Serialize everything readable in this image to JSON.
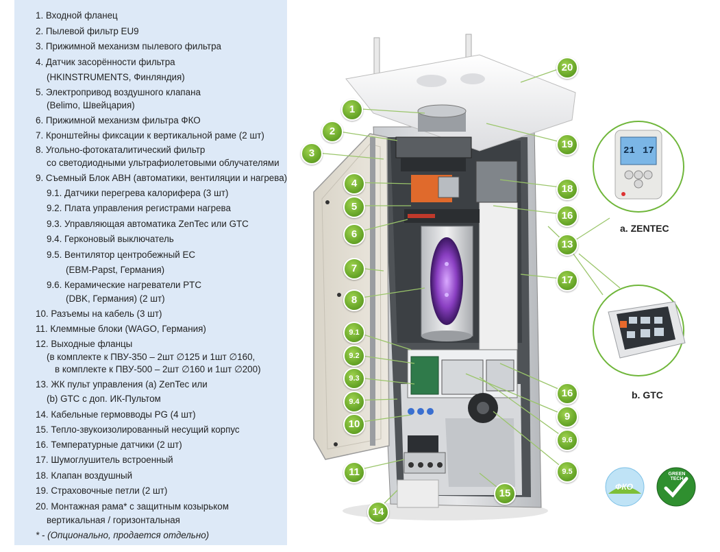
{
  "legend": {
    "lines": [
      "1. Входной фланец",
      "2. Пылевой фильтр EU9",
      "3. Прижимной механизм пылевого фильтра",
      "4. Датчик засорённости фильтра",
      "(HKINSTRUMENTS, Финляндия)",
      "5. Электропривод воздушного клапана",
      "(Belimo, Швейцария)",
      "6. Прижимной механизм фильтра ФКО",
      "7. Кронштейны фиксации к вертикальной раме (2 шт)",
      "8. Угольно-фотокаталитический фильтр",
      "со светодиодными ультрафиолетовыми облучателями",
      "9. Съемный Блок АВН (автоматики, вентиляции и нагрева)",
      "9.1. Датчики перегрева калорифера (3 шт)",
      "9.2. Плата управления регистрами нагрева",
      "9.3. Управляющая автоматика ZenTec или GTC",
      "9.4. Герконовый выключатель",
      "9.5. Вентилятор центробежный EC",
      "(EBM-Papst, Германия)",
      "9.6. Керамические нагреватели PTC",
      "(DBK, Германия) (2 шт)",
      "10. Разъемы на кабель (3 шт)",
      "11. Клеммные блоки (WAGO, Германия)",
      "12. Выходные фланцы",
      "(в комплекте к ПВУ-350 – 2шт ∅125 и 1шт ∅160,",
      "в комплекте к ПВУ-500 – 2шт ∅160 и 1шт ∅200)",
      "13. ЖК пульт управления (a) ZenTec или",
      "(b) GTC с доп. ИК-Пультом",
      "14. Кабельные гермовводы PG (4 шт)",
      "15. Тепло-звукоизолированный несущий корпус",
      "16. Температурные датчики (2 шт)",
      "17. Шумоглушитель встроенный",
      "18. Клапан воздушный",
      "19. Страховочные петли (2 шт)",
      "20. Монтажная рама* с защитным козырьком",
      "вертикальная / горизонтальная",
      "* - (Опционально, продается отдельно)"
    ]
  },
  "callouts": {
    "c1": "1",
    "c2": "2",
    "c3": "3",
    "c4": "4",
    "c5": "5",
    "c6": "6",
    "c7": "7",
    "c8": "8",
    "c91": "9.1",
    "c92": "9.2",
    "c93": "9.3",
    "c94": "9.4",
    "c10": "10",
    "c11": "11",
    "c14": "14",
    "c15": "15",
    "c95": "9.5",
    "c96": "9.6",
    "c9": "9",
    "c16a": "16",
    "c16b": "16",
    "c17": "17",
    "c18": "18",
    "c19": "19",
    "c20": "20",
    "c13": "13"
  },
  "remotes": {
    "zentec_label": "a. ZENTEC",
    "gtc_label": "b. GTC",
    "zentec_display": "21",
    "zentec_display2": "17"
  },
  "logos": {
    "fko": "ФКО",
    "green_tech": "GREEN TECH"
  },
  "colors": {
    "badge": "#6aa82a",
    "panel": "#dde9f7",
    "uv": "#8a3fc2"
  }
}
